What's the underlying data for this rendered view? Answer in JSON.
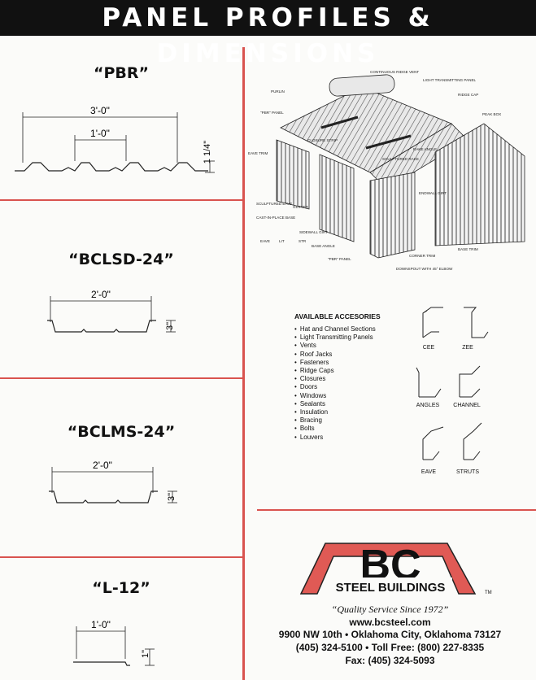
{
  "header": {
    "title": "PANEL PROFILES & DIMENSIONS"
  },
  "panels": [
    {
      "name": "“PBR”",
      "width": "3'-0\"",
      "rib": "1'-0\"",
      "height": "1 1/4\""
    },
    {
      "name": "“BCLSD-24”",
      "width": "2'-0\"",
      "height": "3\""
    },
    {
      "name": "“BCLMS-24”",
      "width": "2'-0\"",
      "height": "3\""
    },
    {
      "name": "“L-12”",
      "width": "1'-0\"",
      "height": "1\""
    }
  ],
  "diagram_labels": {
    "continuous_ridge_vent": "CONTINUOUS RIDGE VENT",
    "light_transmitting_panel": "LIGHT TRANSMITTING PANEL",
    "purlin": "PURLIN",
    "ridge_cap": "RIDGE CAP",
    "pbr_panel": "\"PBR\" PANEL",
    "peak_box": "PEAK BOX",
    "closure_strip": "CLOSURE STRIP",
    "eave_trim": "EAVE TRIM",
    "rake_angle": "RAKE ANGLE",
    "sculptured_rake": "SCULPTURED RAKE",
    "endwall_girt": "ENDWALL GIRT",
    "sculptured_eave": "SCULPTURED EAVE",
    "gutter": "GUTTER",
    "cast_in_place_base": "CAST-IN-PLACE BASE",
    "sidewall_girt": "SIDEWALL GIRT",
    "eave": "EAVE",
    "lit": "LIT",
    "str": "STR",
    "base_angle": "BASE ANGLE",
    "pbr_panel_2": "\"PBR\" PANEL",
    "corner_trim": "CORNER TRIM",
    "base_trim": "BASE TRIM",
    "downspout": "DOWNSPOUT WITH 45° ELBOW"
  },
  "accessories": {
    "title": "AVAILABLE ACCESORIES",
    "items": [
      "Hat and Channel Sections",
      "Light Transmitting Panels",
      "Vents",
      "Roof Jacks",
      "Fasteners",
      "Ridge Caps",
      "Closures",
      "Doors",
      "Windows",
      "Sealants",
      "Insulation",
      "Bracing",
      "Bolts",
      "Louvers"
    ]
  },
  "shapes": [
    "CEE",
    "ZEE",
    "ANGLES",
    "CHANNEL",
    "EAVE",
    "STRUTS"
  ],
  "company": {
    "logo": "BC",
    "name": "STEEL BUILDINGS",
    "tm": "TM",
    "tagline": "“Quality Service Since 1972”",
    "website": "www.bcsteel.com",
    "address": "9900 NW 10th • Oklahoma City, Oklahoma 73127",
    "phones": "(405) 324-5100 • Toll Free: (800) 227-8335",
    "fax": "Fax: (405) 324-5093"
  },
  "colors": {
    "accent": "#d9534f",
    "header_bg": "#111111"
  }
}
